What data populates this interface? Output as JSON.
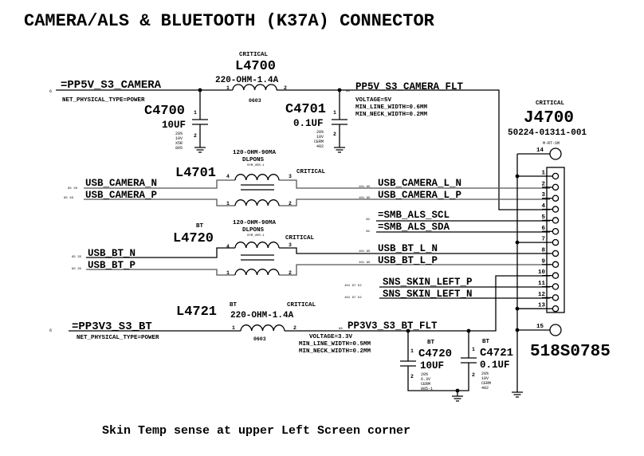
{
  "title": "CAMERA/ALS & BLUETOOTH (K37A) CONNECTOR",
  "footer": "Skin Temp sense at upper Left Screen corner",
  "camera_power": {
    "net_in": "=PP5V_S3_CAMERA",
    "net_in_ref": "6",
    "net_in_prop": "NET_PHYSICAL_TYPE=POWER",
    "inductor": {
      "critical": "CRITICAL",
      "ref": "L4700",
      "value": "220-OHM-1.4A",
      "pkg": "0603",
      "pin1": "1",
      "pin2": "2"
    },
    "c_in": {
      "ref": "C4700",
      "value": "10UF",
      "specs": [
        "20%",
        "10V",
        "X5R",
        "805"
      ],
      "pin1": "1",
      "pin2": "2"
    },
    "c_out": {
      "ref": "C4701",
      "value": "0.1UF",
      "specs": [
        "20%",
        "10V",
        "CERM",
        "402"
      ],
      "pin1": "1",
      "pin2": "2"
    },
    "net_out": "PP5V_S3_CAMERA_FLT",
    "net_out_ref": "98",
    "props": [
      "VOLTAGE=5V",
      "MIN_LINE_WIDTH=0.6MM",
      "MIN_NECK_WIDTH=0.2MM"
    ]
  },
  "l4701": {
    "ref": "L4701",
    "value": "120-OHM-90MA",
    "part": "DLPONS",
    "sym": "SYM_VER-1",
    "critical": "CRITICAL",
    "pins": [
      "4",
      "3",
      "1",
      "2"
    ],
    "in_n": "USB_CAMERA_N",
    "in_p": "USB_CAMERA_P",
    "in_refs": "95 20",
    "out_n": "USB_CAMERA_L_N",
    "out_p": "USB_CAMERA_L_P",
    "out_refs": "101 95"
  },
  "als": {
    "scl": "=SMB_ALS_SCL",
    "sda": "=SMB_ALS_SDA",
    "refs": "49"
  },
  "l4720": {
    "bt": "BT",
    "ref": "L4720",
    "value": "120-OHM-90MA",
    "part": "DLPONS",
    "sym": "SYM_VER-1",
    "critical": "CRITICAL",
    "pins": [
      "4",
      "3",
      "1",
      "2"
    ],
    "in_n": "USB_BT_N",
    "in_p": "USB_BT_P",
    "in_refs": "95 35",
    "out_n": "USB_BT_L_N",
    "out_p": "USB_BT_L_P",
    "out_refs": "101 95"
  },
  "skin": {
    "p": "SNS_SKIN_LEFT_P",
    "n": "SNS_SKIN_LEFT_N",
    "refs": "101 97 52"
  },
  "bt_power": {
    "net_in": "=PP3V3_S3_BT",
    "net_in_ref": "6",
    "net_in_prop": "NET_PHYSICAL_TYPE=POWER",
    "inductor": {
      "bt": "BT",
      "critical": "CRITICAL",
      "ref": "L4721",
      "value": "220-OHM-1.4A",
      "pkg": "0603",
      "pin1": "1",
      "pin2": "2"
    },
    "net_out": "PP3V3_S3_BT_FLT",
    "net_out_ref": "98",
    "props": [
      "VOLTAGE=3.3V",
      "MIN_LINE_WIDTH=0.5MM",
      "MIN_NECK_WIDTH=0.2MM"
    ],
    "c1": {
      "bt": "BT",
      "ref": "C4720",
      "value": "10UF",
      "specs": [
        "20%",
        "6.3V",
        "CERM",
        "805-1"
      ],
      "pin1": "1",
      "pin2": "2"
    },
    "c2": {
      "bt": "BT",
      "ref": "C4721",
      "value": "0.1UF",
      "specs": [
        "20%",
        "10V",
        "CERM",
        "402"
      ],
      "pin1": "1",
      "pin2": "2"
    }
  },
  "connector": {
    "critical": "CRITICAL",
    "ref": "J4700",
    "part": "50224-01311-001",
    "pkg": "M-RT-SM",
    "apn": "518S0785",
    "pins": [
      "1",
      "2",
      "3",
      "4",
      "5",
      "6",
      "7",
      "8",
      "9",
      "10",
      "11",
      "12",
      "13"
    ],
    "pin14": "14",
    "pin15": "15"
  }
}
